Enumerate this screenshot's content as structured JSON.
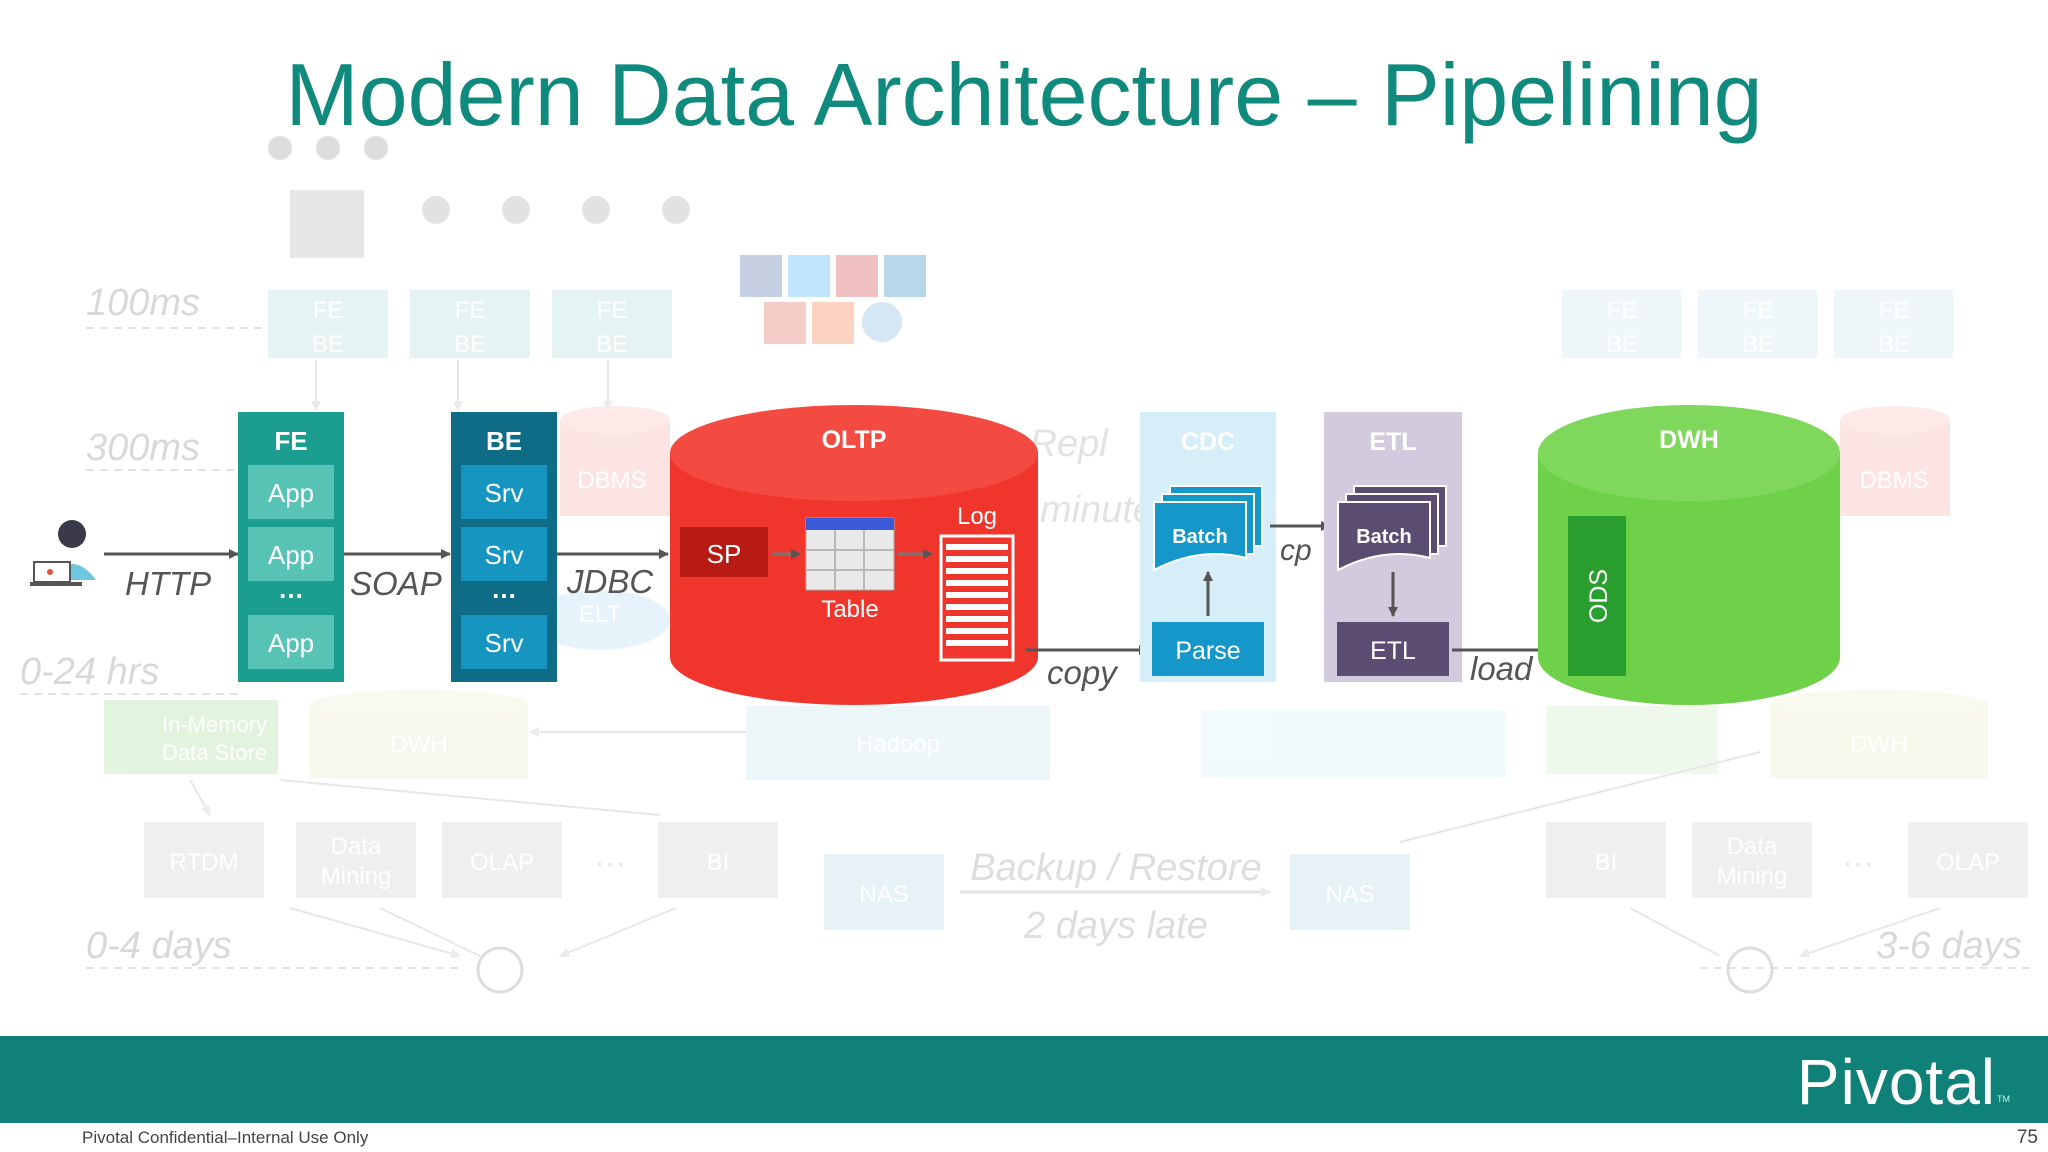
{
  "title": "Modern Data Architecture – Pipelining",
  "background": {
    "latency_labels": [
      "100ms",
      "300ms",
      "0-24 hrs",
      "0-4 days",
      "3-6 days"
    ],
    "fe_be_boxes": [
      [
        "FE",
        "BE"
      ],
      [
        "FE",
        "BE"
      ],
      [
        "FE",
        "BE"
      ],
      [
        "FE",
        "BE"
      ],
      [
        "FE",
        "BE"
      ],
      [
        "FE",
        "BE"
      ]
    ],
    "db_labels": [
      "DBMS",
      "DBMS"
    ],
    "store_left": [
      "In-Memory",
      "Data Store"
    ],
    "dwh_left": "DWH",
    "hadoop": "Hadoop",
    "dwh_right": "DWH",
    "analytics_left": [
      "RTDM",
      "Data Mining",
      "OLAP",
      "BI"
    ],
    "analytics_right": [
      "BI",
      "Data Mining",
      "OLAP"
    ],
    "ellipsis": "…",
    "nas": [
      "NAS",
      "NAS"
    ],
    "backup": "Backup / Restore",
    "backup_delay": "2 days late",
    "repl_fragment": "l. Repl",
    "minute_fragment": "minute",
    "elt": "ELT"
  },
  "pipeline": {
    "fe": {
      "title": "FE",
      "apps": [
        "App",
        "App",
        "App"
      ],
      "dots": "…"
    },
    "be": {
      "title": "BE",
      "srvs": [
        "Srv",
        "Srv",
        "Srv"
      ],
      "dots": "…"
    },
    "protocols": [
      "HTTP",
      "SOAP",
      "JDBC"
    ],
    "oltp": {
      "title": "OLTP",
      "sp": "SP",
      "table": "Table",
      "log": "Log"
    },
    "copy": "copy",
    "cdc": {
      "title": "CDC",
      "batch": "Batch",
      "parse": "Parse"
    },
    "cp": "cp",
    "etl": {
      "title": "ETL",
      "batch": "Batch",
      "etl": "ETL"
    },
    "load": "load",
    "dwh": {
      "title": "DWH",
      "ods": "ODS"
    }
  },
  "colors": {
    "title": "#0f8a7d",
    "fe": "#1b9d8f",
    "be": "#0e6c86",
    "oltp": "#f0352d",
    "cdc": "#1597c9",
    "etl": "#5b4d72",
    "dwh": "#6fd14a",
    "footer": "#0f8178"
  },
  "footer": {
    "logo": "Pivotal",
    "tm": "TM",
    "confidential": "Pivotal Confidential–Internal Use Only",
    "page": "75"
  }
}
